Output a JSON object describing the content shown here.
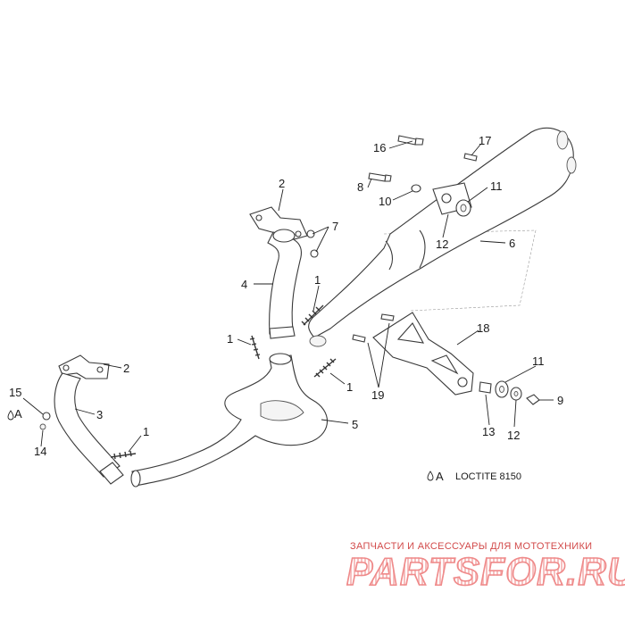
{
  "callouts": {
    "c1a": "1",
    "c1b": "1",
    "c1c": "1",
    "c1d": "1",
    "c2a": "2",
    "c2b": "2",
    "c3": "3",
    "c4": "4",
    "c5": "5",
    "c6": "6",
    "c7": "7",
    "c8": "8",
    "c9": "9",
    "c10": "10",
    "c11a": "11",
    "c11b": "11",
    "c12a": "12",
    "c12b": "12",
    "c13": "13",
    "c14": "14",
    "c15": "15",
    "c16": "16",
    "c17": "17",
    "c18": "18",
    "c19": "19",
    "cA": "A"
  },
  "legend": {
    "symbol": "A",
    "text": "LOCTITE 8150"
  },
  "watermark": {
    "subtitle": "ЗАПЧАСТИ И АКСЕССУАРЫ ДЛЯ МОТОТЕХНИКИ",
    "brand": "PARTSFOR.RU"
  }
}
